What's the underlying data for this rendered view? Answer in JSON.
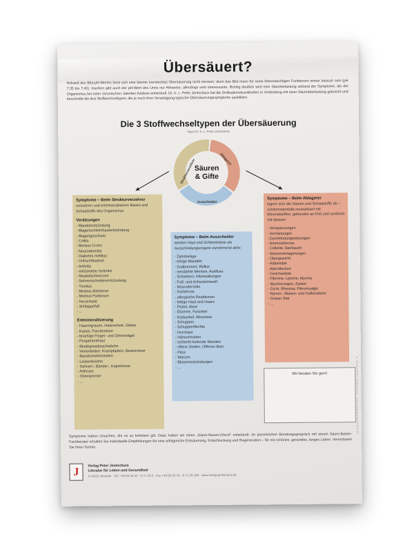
{
  "page": {
    "title": "Übersäuert?",
    "intro": "Anhand des Blut-pH-Wertes lässt sich eine latente (versteckte) Übersäuerung nicht messen, denn das Blut muss für seine lebenswichtigen Funktionen immer basisch sein (pH 7,35 bis 7,45). Insofern gibt auch der pH-Wert des Urins nur Hinweise, allerdings sehr interessante. Richtig deutlich wird eine Säurebelastung anhand der Symptome, die der Organismus bei einer chronischen, latenten Azidose entwickelt. Dr. h. c. Peter Jentschura hat die Zivilisationskrankheiten in Verbindung mit einer Säureüberlastung gebracht und beschreibt die drei Stoffwechseltypen, die je nach ihrer Veranlagung typische Übersäuerungssymptome ausbilden.",
    "section_heading": "Die 3 Stoffwechseltypen der Übersäuerung",
    "section_subheading": "Nach Dr. h. c. Peter Jentschura"
  },
  "diagram": {
    "center_line1": "Säuren",
    "center_line2": "& Gifte",
    "paper_gap_color": "#edebe8",
    "segments": [
      {
        "label": "Strukturverzehrer",
        "color": "#d2c59a"
      },
      {
        "label": "Ablagerer",
        "color": "#dc9c85"
      },
      {
        "label": "Ausscheider",
        "color": "#a9c5de"
      }
    ]
  },
  "columns": [
    {
      "id": "strukturverzehrer",
      "color": "#d8cba0",
      "header": "Symptome – Beim Strukturverzehrer",
      "intro": "verzehren und entmineralisieren Basen und Schadstoffe des Organismus",
      "groups": [
        {
          "heading": "Verätzungen",
          "items": [
            "Mandelentzündung",
            "Magenschleimhautentzündung",
            "Magengeschwür",
            "Colitis",
            "Morbus Crohn",
            "Neurodermitis",
            "Diabetes mellitus",
            "Unfruchtbarkeit",
            "Arthritis",
            "entzündete Gelenke",
            "Muskelschmerzen",
            "Sehnenscheidenentzündung",
            "Tinnitus",
            "Morbus Alzheimer",
            "Morbus Parkinson",
            "Herzinfarkt",
            "Schlaganfall",
            "..."
          ]
        },
        {
          "heading": "Entmineralisierung",
          "items": [
            "Haarergrauen, Haarverlust, Glatze",
            "Karies, Parodontose",
            "brüchige Finger- und Zehennägel",
            "Pergamenthaut",
            "Bindegewebsschwäche",
            "Venenleiden, Krampfadern, Besenreiser",
            "Bandscheibenleiden",
            "Leistenbrüche",
            "Sehnen-, Bänder-, Kapselrisse",
            "Arthrose",
            "Osteoporose",
            "..."
          ]
        }
      ]
    },
    {
      "id": "ausscheider",
      "color": "#b7cee3",
      "header": "Symptome – Beim Ausscheider",
      "intro": "werden Haut und Schleimhäute als Ausscheidungsorgane zunehmend aktiv:",
      "groups": [
        {
          "heading": "",
          "items": [
            "Zahnbeläge",
            "eitrige Mandeln",
            "Sodbrennen, Reflux",
            "verstärkte Menses, Ausfluss",
            "Schwitzen, Hitzewallungen",
            "Fuß- und Achselschweiß",
            "Neurodermitis",
            "Gürtelrose",
            "allergische Reaktionen",
            "fettige Haut und Haare",
            "Pickel, Akne",
            "Ekzeme, Furunkel",
            "Karbunkel, Abszesse",
            "Schuppen",
            "Schuppenflechte",
            "Hornhaut",
            "Hämorrhoiden",
            "schlecht heilende Wunden",
            "offene Stellen, Offenes Bein",
            "Pilze",
            "Warzen",
            "Blasenentzündungen",
            "..."
          ]
        }
      ]
    },
    {
      "id": "ablagerer",
      "color": "#e4a68e",
      "header": "Symptome – Beim Ablagerer",
      "intro": "lagern sich die Säuren und Schadstoffe ab – schlimmstenfalls neutralisiert mit Mineralstoffen, gebunden an Fett und verdünnt mit Wasser:",
      "groups": [
        {
          "heading": "",
          "items": [
            "Verspannungen",
            "Verhärtungen",
            "Durchblutungsstörungen",
            "Arteriosklerose",
            "Cellulite, Bierbauch",
            "Wassereinlagerungen",
            "Übergewicht",
            "Adipositas",
            "Altersflecken",
            "Geschwülste",
            "Fibrome, Lipome, Myome",
            "Wucherungen, Zysten",
            "Gicht, Rheuma, Fibromyalgie",
            "Nieren-, Blasen- und Gallensteine",
            "Grauer Star",
            "..."
          ]
        }
      ]
    }
  ],
  "advice_box": {
    "title": "Wir beraten Sie gern!"
  },
  "footer": {
    "closing": "Symptome haben Ursachen, die es zu beheben gilt. Dazu haben wir einen „Säure-Basen-Check“ entwickelt. Im persönlichen Beratungsgespräch mit einem Säure-Basen-Fachberater erhalten Sie individuelle Empfehlungen für eine erfolgreiche Entsäuerung, Entschlackung und Regeneration – für ein schönes, gesundes, langes Leben. Vereinbaren Sie Ihren Termin.",
    "logo_letter": "J",
    "publisher": "Verlag Peter Jentschura",
    "publisher_sub": "Literatur für Leben und Gesundheit",
    "contact": "D-48161 Münster · Tel. +49 (0) 25 34 - 9 71 35-0 · Fax +49 (0) 25 34 - 9 71 35-199 · www.verlag-jentschura.de",
    "side_note": "© Verlag Peter Jentschura · www.verlag-jentschura.de"
  }
}
